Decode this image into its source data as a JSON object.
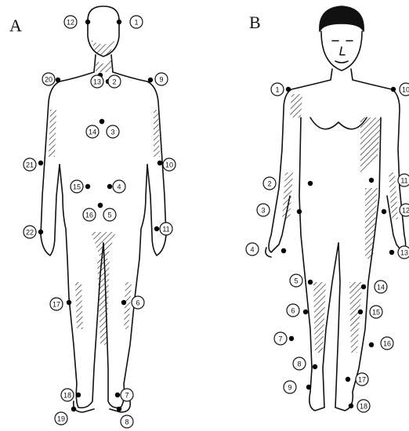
{
  "panels": [
    {
      "label": "A",
      "view": "back",
      "points": [
        "1",
        "2",
        "3",
        "4",
        "5",
        "6",
        "7",
        "8",
        "9",
        "10",
        "11",
        "12",
        "13",
        "14",
        "15",
        "16",
        "17",
        "18",
        "19",
        "20",
        "21",
        "22"
      ]
    },
    {
      "label": "B",
      "view": "front",
      "points": [
        "1",
        "2",
        "3",
        "4",
        "5",
        "6",
        "7",
        "8",
        "9",
        "10",
        "11",
        "12",
        "13",
        "14",
        "15",
        "16",
        "17",
        "18"
      ]
    }
  ],
  "colors": {
    "ink": "#111111",
    "paper": "#ffffff",
    "marker": "#000000"
  },
  "icons": [
    "back-body-figure",
    "front-body-figure"
  ]
}
